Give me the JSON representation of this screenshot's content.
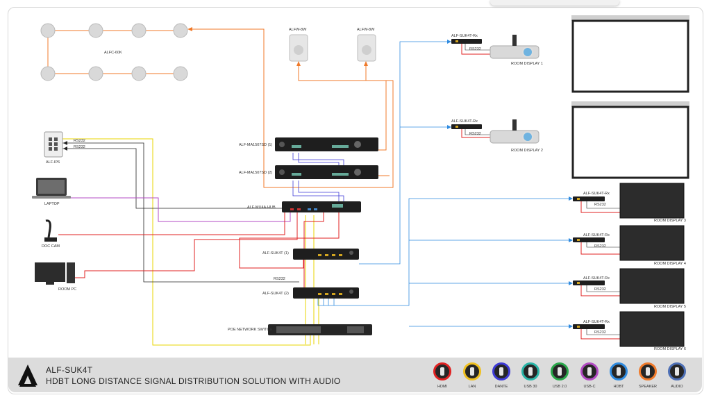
{
  "devices": {
    "ceiling_speakers": "ALFC-60K",
    "wall_speaker_left": "ALFW-8W",
    "wall_speaker_right": "ALFW-8W",
    "keypad": "ALF-IP6",
    "laptop": "LAPTOP",
    "doc_cam": "DOC CAM",
    "room_pc": "ROOM PC",
    "amp1": "ALF-MA1507SD (1)",
    "amp2": "ALF-MA1507SD (2)",
    "hub": "ALF-MU4A-HUB",
    "suk1": "ALF-SUK4T (1)",
    "suk2": "ALF-SUK4T (2)",
    "poe_switch": "POE NETWORK SWITCH",
    "rs232_a": "RS232",
    "rs232_b": "RS232",
    "rs232_c": "RS232"
  },
  "receivers": [
    {
      "label": "ALF-SUK4T-Rx",
      "rs232": "RS232",
      "display": "ROOM DISPLAY 1"
    },
    {
      "label": "ALF-SUK4T-Rx",
      "rs232": "RS232",
      "display": "ROOM DISPLAY 2"
    },
    {
      "label": "ALF-SUK4T-Rx",
      "rs232": "RS232",
      "display": "ROOM DISPLAY 3"
    },
    {
      "label": "ALF-SUK4T-Rx",
      "rs232": "RS232",
      "display": "ROOM DISPLAY 4"
    },
    {
      "label": "ALF-SUK4T-Rx",
      "rs232": "RS232",
      "display": "ROOM DISPLAY 5"
    },
    {
      "label": "ALF-SUK4T-Rx",
      "rs232": "RS232",
      "display": "ROOM DISPLAY 6"
    }
  ],
  "footer": {
    "title": "ALF-SUK4T",
    "subtitle": "HDBT LONG DISTANCE SIGNAL DISTRIBUTION SOLUTION WITH AUDIO"
  },
  "legend": [
    {
      "label": "HDMI",
      "color": "#e02020",
      "icon": "hdmi-cable-icon"
    },
    {
      "label": "LAN",
      "color": "#f0c020",
      "icon": "lan-cable-icon"
    },
    {
      "label": "DANTE",
      "color": "#3d3ad6",
      "icon": "dante-cable-icon"
    },
    {
      "label": "USB 30",
      "color": "#2ab5a8",
      "icon": "usb3-cable-icon"
    },
    {
      "label": "USB 2.0",
      "color": "#2aa84a",
      "icon": "usb2-cable-icon"
    },
    {
      "label": "USB-C",
      "color": "#b34bc4",
      "icon": "usbc-cable-icon"
    },
    {
      "label": "HDBT",
      "color": "#2f8be0",
      "icon": "hdbt-cable-icon"
    },
    {
      "label": "SPEAKER",
      "color": "#f07a2a",
      "icon": "speaker-cable-icon"
    },
    {
      "label": "AUDIO",
      "color": "#4d6fb5",
      "icon": "audio-cable-icon"
    }
  ],
  "colors": {
    "hdmi": "#e02020",
    "lan": "#e8d400",
    "dante": "#4b3fc8",
    "usbc": "#b34bc4",
    "hdbt": "#2f8be0",
    "speaker": "#f07a2a",
    "control": "#222222"
  }
}
